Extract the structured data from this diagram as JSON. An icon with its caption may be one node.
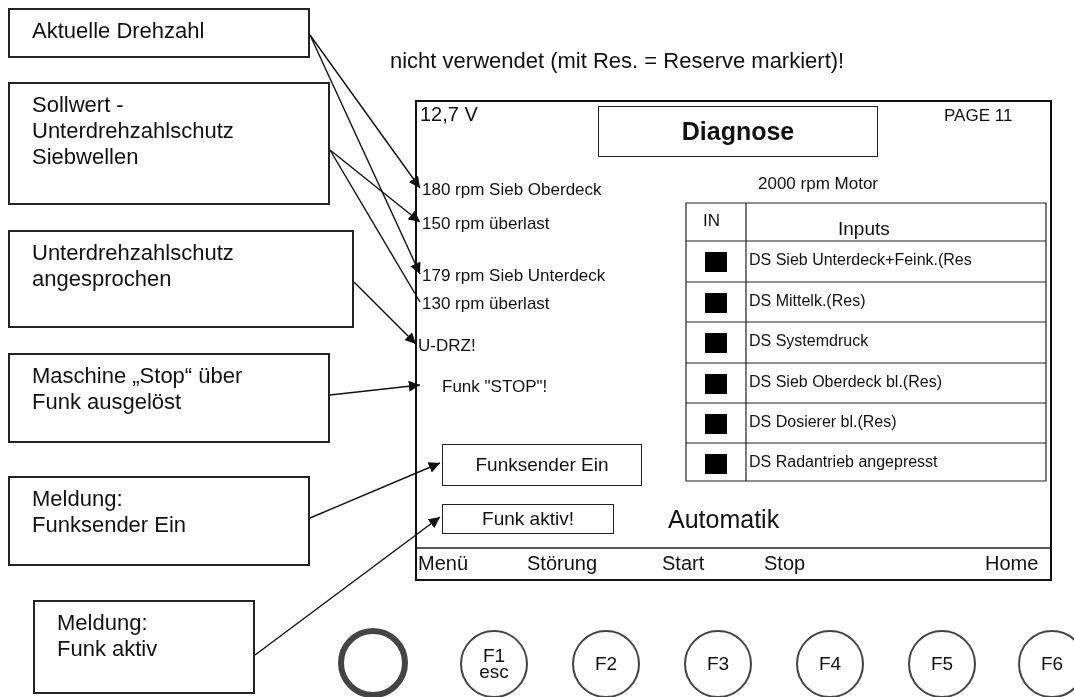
{
  "diagram": {
    "nodes": [
      {
        "text": [
          "Aktuelle Drehzahl"
        ]
      },
      {
        "text": [
          "Sollwert - Unterdrehzahlschutz Siebwellen"
        ]
      },
      {
        "text": [
          "Unterdrehzahlschutz angesprochen"
        ]
      },
      {
        "text": [
          "Maschine „Stop“ über Funk ausgelöst"
        ]
      },
      {
        "text": [
          "Meldung: Funksender Ein"
        ]
      },
      {
        "text": [
          "Meldung: Funk aktiv"
        ]
      },
      {
        "text": [],
        "shape": "box"
      },
      {
        "text": [
          "Diagnose"
        ],
        "in": 6
      },
      {
        "text": [
          "180 rpm Sieb Oberdeck"
        ],
        "in": 6
      },
      {
        "text": [
          "150 rpm überlast"
        ],
        "in": 6
      },
      {
        "text": [
          "179 rpm Sieb Unterdeck"
        ],
        "in": 6
      },
      {
        "text": [
          "130 rpm überlast"
        ],
        "in": 6
      },
      {
        "text": [
          "U-DRZ!"
        ],
        "in": 6
      },
      {
        "text": [
          "Funk \"STOP\"!"
        ],
        "in": 6
      },
      {
        "text": [
          "Funksender Ein"
        ],
        "in": 6
      },
      {
        "text": [
          "Funk aktiv!"
        ],
        "in": 6
      },
      {
        "text": [],
        "shape": "circle"
      },
      {
        "text": [
          "F1 esc"
        ]
      },
      {
        "text": [
          "F2"
        ]
      },
      {
        "text": [
          "F3"
        ]
      },
      {
        "text": [
          "F4"
        ]
      },
      {
        "text": [
          "F5"
        ]
      },
      {
        "text": [
          "F6"
        ]
      }
    ],
    "edges": [
      {
        "from": 0,
        "to": 8,
        "arrow": "to"
      },
      {
        "from": 0,
        "to": 10,
        "arrow": "to"
      },
      {
        "from": 1,
        "to": 9,
        "arrow": "to"
      },
      {
        "from": 1,
        "to": 11,
        "arrow": "none"
      },
      {
        "from": 2,
        "to": 12,
        "arrow": "to"
      },
      {
        "from": 3,
        "to": 13,
        "arrow": "to"
      },
      {
        "from": 4,
        "to": 14,
        "arrow": "to"
      },
      {
        "from": 5,
        "to": 15,
        "arrow": "to"
      }
    ],
    "labels": [
      "nicht verwendet (mit Res. = Reserve markiert)!",
      "12,7 V",
      "PAGE 11",
      "2000 rpm Motor",
      "IN",
      "Inputs",
      "DS Sieb Unterdeck+Feink.(Res",
      "DS Mittelk.(Res)",
      "DS Systemdruck",
      "DS Sieb Oberdeck bl.(Res)",
      "DS Dosierer bl.(Res)",
      "DS Radantrieb angepresst",
      "Automatik",
      "Menü",
      "Störung",
      "Start",
      "Stop",
      "Home"
    ]
  }
}
